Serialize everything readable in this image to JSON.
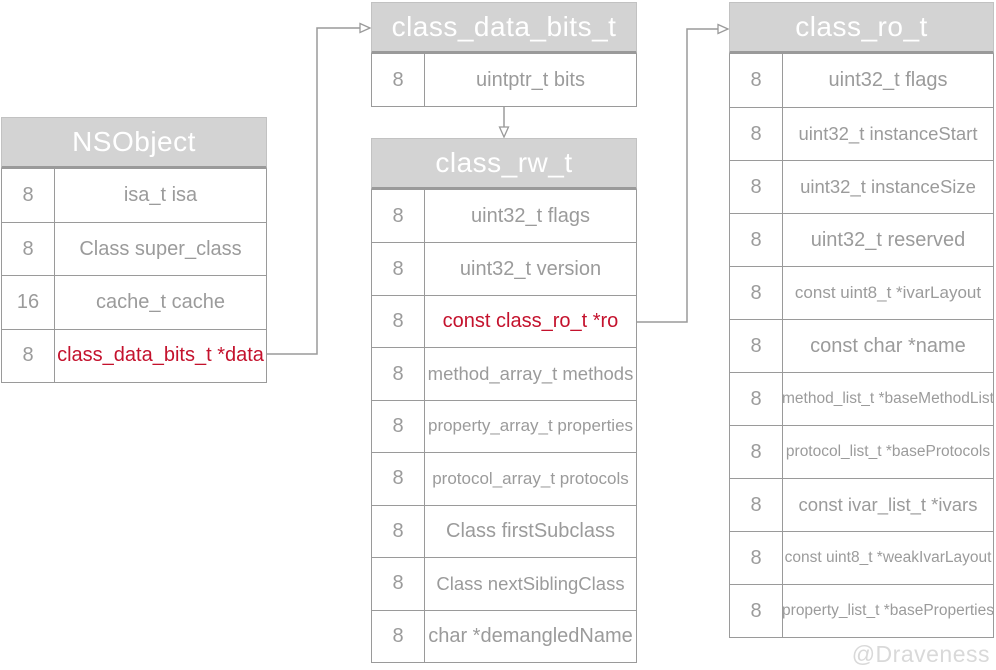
{
  "watermark": "@Draveness",
  "colors": {
    "highlight": "#c4122d",
    "header_background": "#d3d3d3",
    "header_text": "#ffffff",
    "border": "#9a9a9a",
    "row_text": "#9b9b9b",
    "watermark_text": "#d9d9d9"
  },
  "tables": [
    {
      "id": "nsobject",
      "title": "NSObject",
      "rows": [
        {
          "size": "8",
          "label": "isa_t isa"
        },
        {
          "size": "8",
          "label": "Class super_class"
        },
        {
          "size": "16",
          "label": "cache_t cache"
        },
        {
          "size": "8",
          "label": "class_data_bits_t *data",
          "highlight": true
        }
      ]
    },
    {
      "id": "class_data_bits_t",
      "title": "class_data_bits_t",
      "rows": [
        {
          "size": "8",
          "label": "uintptr_t bits"
        }
      ]
    },
    {
      "id": "class_rw_t",
      "title": "class_rw_t",
      "rows": [
        {
          "size": "8",
          "label": "uint32_t flags"
        },
        {
          "size": "8",
          "label": "uint32_t version"
        },
        {
          "size": "8",
          "label": "const class_ro_t *ro",
          "highlight": true
        },
        {
          "size": "8",
          "label": "method_array_t methods"
        },
        {
          "size": "8",
          "label": "property_array_t properties"
        },
        {
          "size": "8",
          "label": "protocol_array_t protocols"
        },
        {
          "size": "8",
          "label": "Class firstSubclass"
        },
        {
          "size": "8",
          "label": "Class nextSiblingClass"
        },
        {
          "size": "8",
          "label": "char *demangledName"
        }
      ]
    },
    {
      "id": "class_ro_t",
      "title": "class_ro_t",
      "rows": [
        {
          "size": "8",
          "label": "uint32_t flags"
        },
        {
          "size": "8",
          "label": "uint32_t instanceStart"
        },
        {
          "size": "8",
          "label": "uint32_t instanceSize"
        },
        {
          "size": "8",
          "label": "uint32_t reserved"
        },
        {
          "size": "8",
          "label": "const uint8_t *ivarLayout"
        },
        {
          "size": "8",
          "label": "const char *name"
        },
        {
          "size": "8",
          "label": "method_list_t *baseMethodList"
        },
        {
          "size": "8",
          "label": "protocol_list_t *baseProtocols"
        },
        {
          "size": "8",
          "label": "const ivar_list_t *ivars"
        },
        {
          "size": "8",
          "label": "const uint8_t *weakIvarLayout"
        },
        {
          "size": "8",
          "label": "property_list_t *baseProperties"
        }
      ]
    }
  ],
  "arrows": [
    {
      "name": "data-pointer-arrow",
      "from": "NSObject.class_data_bits_t *data",
      "to": "class_data_bits_t"
    },
    {
      "name": "bits-arrow",
      "from": "class_data_bits_t.uintptr_t bits",
      "to": "class_rw_t"
    },
    {
      "name": "ro-pointer-arrow",
      "from": "class_rw_t.const class_ro_t *ro",
      "to": "class_ro_t"
    }
  ]
}
